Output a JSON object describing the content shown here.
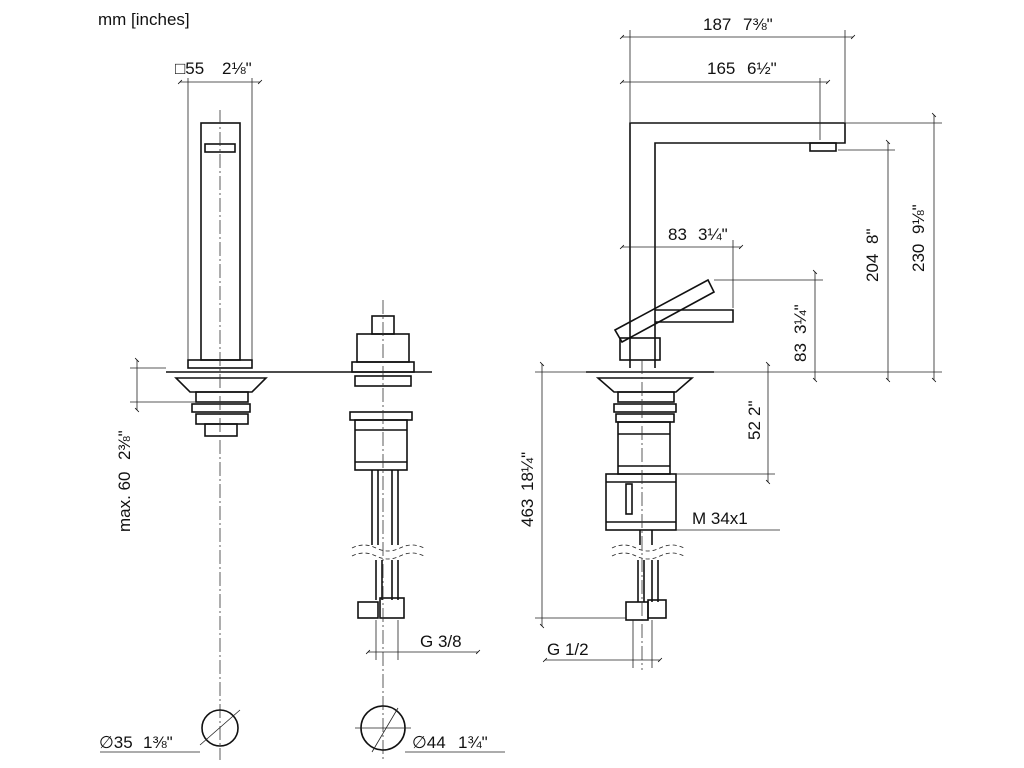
{
  "units": "mm [inches]",
  "dimensions": {
    "square_side": "□55",
    "square_side_in": "2⅛\"",
    "reach_outer": "187",
    "reach_outer_in": "7⅜\"",
    "reach_inner": "165",
    "reach_inner_in": "6½\"",
    "lever_reach": "83",
    "lever_reach_in": "3¼\"",
    "outlet_height": "204",
    "outlet_height_in": "8\"",
    "total_height": "230",
    "total_height_in": "9⅛\"",
    "lever_height": "83",
    "lever_height_in": "3¼\"",
    "tail_length": "52",
    "tail_length_in": "2\"",
    "hose_length": "463",
    "hose_length_in": "18¼\"",
    "deck_thickness": "max. 60",
    "deck_thickness_in": "2⅜\"",
    "thread_m": "M 34x1",
    "thread_g38": "G 3/8",
    "thread_g12": "G 1/2",
    "hole_spout": "∅35",
    "hole_spout_in": "1⅜\"",
    "hole_valve": "∅44",
    "hole_valve_in": "1¾\""
  }
}
